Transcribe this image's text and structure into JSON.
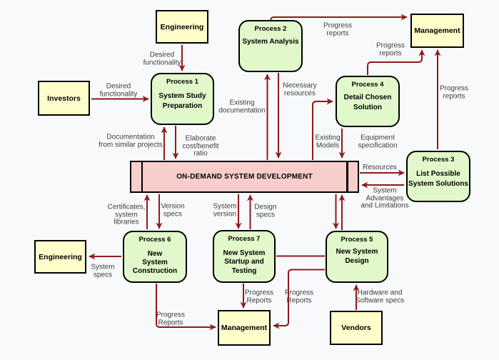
{
  "diagram_title": "On-Demand System Development data flow diagram",
  "colors": {
    "background": "#f8f9fb",
    "entity_fill": "#ffffcc",
    "process_fill": "#e1f8ca",
    "store_fill": "#f8cecc",
    "box_border": "#000000",
    "arrow": "#8f1a1a",
    "flow_label_text": "#3d3d3d"
  },
  "entities": [
    {
      "label": "Engineering"
    },
    {
      "label": "Investors"
    },
    {
      "label": "Management"
    },
    {
      "label": "Engineering"
    },
    {
      "label": "Management"
    },
    {
      "label": "Vendors"
    }
  ],
  "processes": [
    {
      "title": "Process 1",
      "body": "System Study\nPreparation"
    },
    {
      "title": "Process 2",
      "body": "System Analysis"
    },
    {
      "title": "Process 3",
      "body": "List Possible\nSystem Solutions"
    },
    {
      "title": "Process 4",
      "body": "Detail Chosen\nSolution"
    },
    {
      "title": "Process 5",
      "body": "New System\nDesign"
    },
    {
      "title": "Process 6",
      "body": "New\nSystem\nConstruction"
    },
    {
      "title": "Process 7",
      "body": "New System\nStartup and\nTesting"
    }
  ],
  "store": {
    "label": "ON-DEMAND SYSTEM DEVELOPMENT"
  },
  "flow_labels": [
    {
      "text": "Desired\nfunctionality"
    },
    {
      "text": "Desired\nfunctionality"
    },
    {
      "text": "Documentation\nfrom similar projects"
    },
    {
      "text": "Elaborate\ncost/benefit\nratio"
    },
    {
      "text": "Progress\nreports"
    },
    {
      "text": "Existing\ndocumentation"
    },
    {
      "text": "Necessary\nresources"
    },
    {
      "text": "Existing\nModels"
    },
    {
      "text": "Equipment\nspecification"
    },
    {
      "text": "Progress\nreports"
    },
    {
      "text": "Progress\nreports"
    },
    {
      "text": "Resources"
    },
    {
      "text": "System\nAdvantages\nand Limitations"
    },
    {
      "text": "Certificates,\nsystem\nlibraries"
    },
    {
      "text": "Version\nspecs"
    },
    {
      "text": "System\nversion"
    },
    {
      "text": "Design\nspecs"
    },
    {
      "text": "System\nspecs"
    },
    {
      "text": "Progress\nReports"
    },
    {
      "text": "Progress\nReports"
    },
    {
      "text": "Progress\nReports"
    },
    {
      "text": "Hardware and\nSoftware specs"
    }
  ]
}
